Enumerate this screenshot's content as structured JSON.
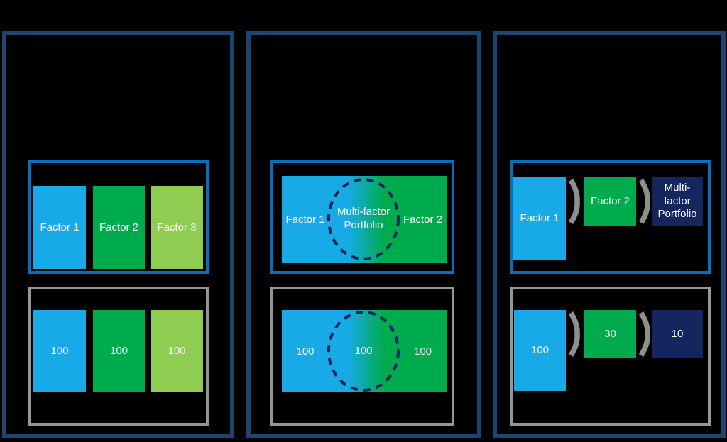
{
  "colors": {
    "background": "#000000",
    "panel_border": "#1e4470",
    "highlight_box_border": "#0a6fba",
    "neutral_box_border": "#969696",
    "factor1_blue": "#18aae6",
    "factor2_green": "#00ab4e",
    "factor3_light_green": "#8fcc52",
    "multifactor_navy": "#15265e",
    "blend_gradient_left": "#18aae6",
    "blend_gradient_right": "#00ab4e",
    "overlap_ellipse_dash": "#15265a",
    "chevron_gray": "#8f8f8f",
    "label_text": "#ffffff"
  },
  "panel_separate": {
    "factors": [
      {
        "label": "Factor 1",
        "value": "100",
        "color": "#18aae6"
      },
      {
        "label": "Factor 2",
        "value": "100",
        "color": "#00ab4e"
      },
      {
        "label": "Factor 3",
        "value": "100",
        "color": "#8fcc52"
      }
    ]
  },
  "panel_blended": {
    "top": {
      "left_label": "Factor 1",
      "center_label": "Multi-factor Portfolio",
      "right_label": "Factor 2"
    },
    "bottom": {
      "left_value": "100",
      "center_value": "100",
      "right_value": "100"
    }
  },
  "panel_sequential": {
    "steps": [
      {
        "label": "Factor 1",
        "value": "100",
        "color": "#18aae6"
      },
      {
        "label": "Factor 2",
        "value": "30",
        "color": "#00ab4e"
      },
      {
        "label": "Multi-factor Portfolio",
        "value": "10",
        "color": "#15265e"
      }
    ]
  }
}
